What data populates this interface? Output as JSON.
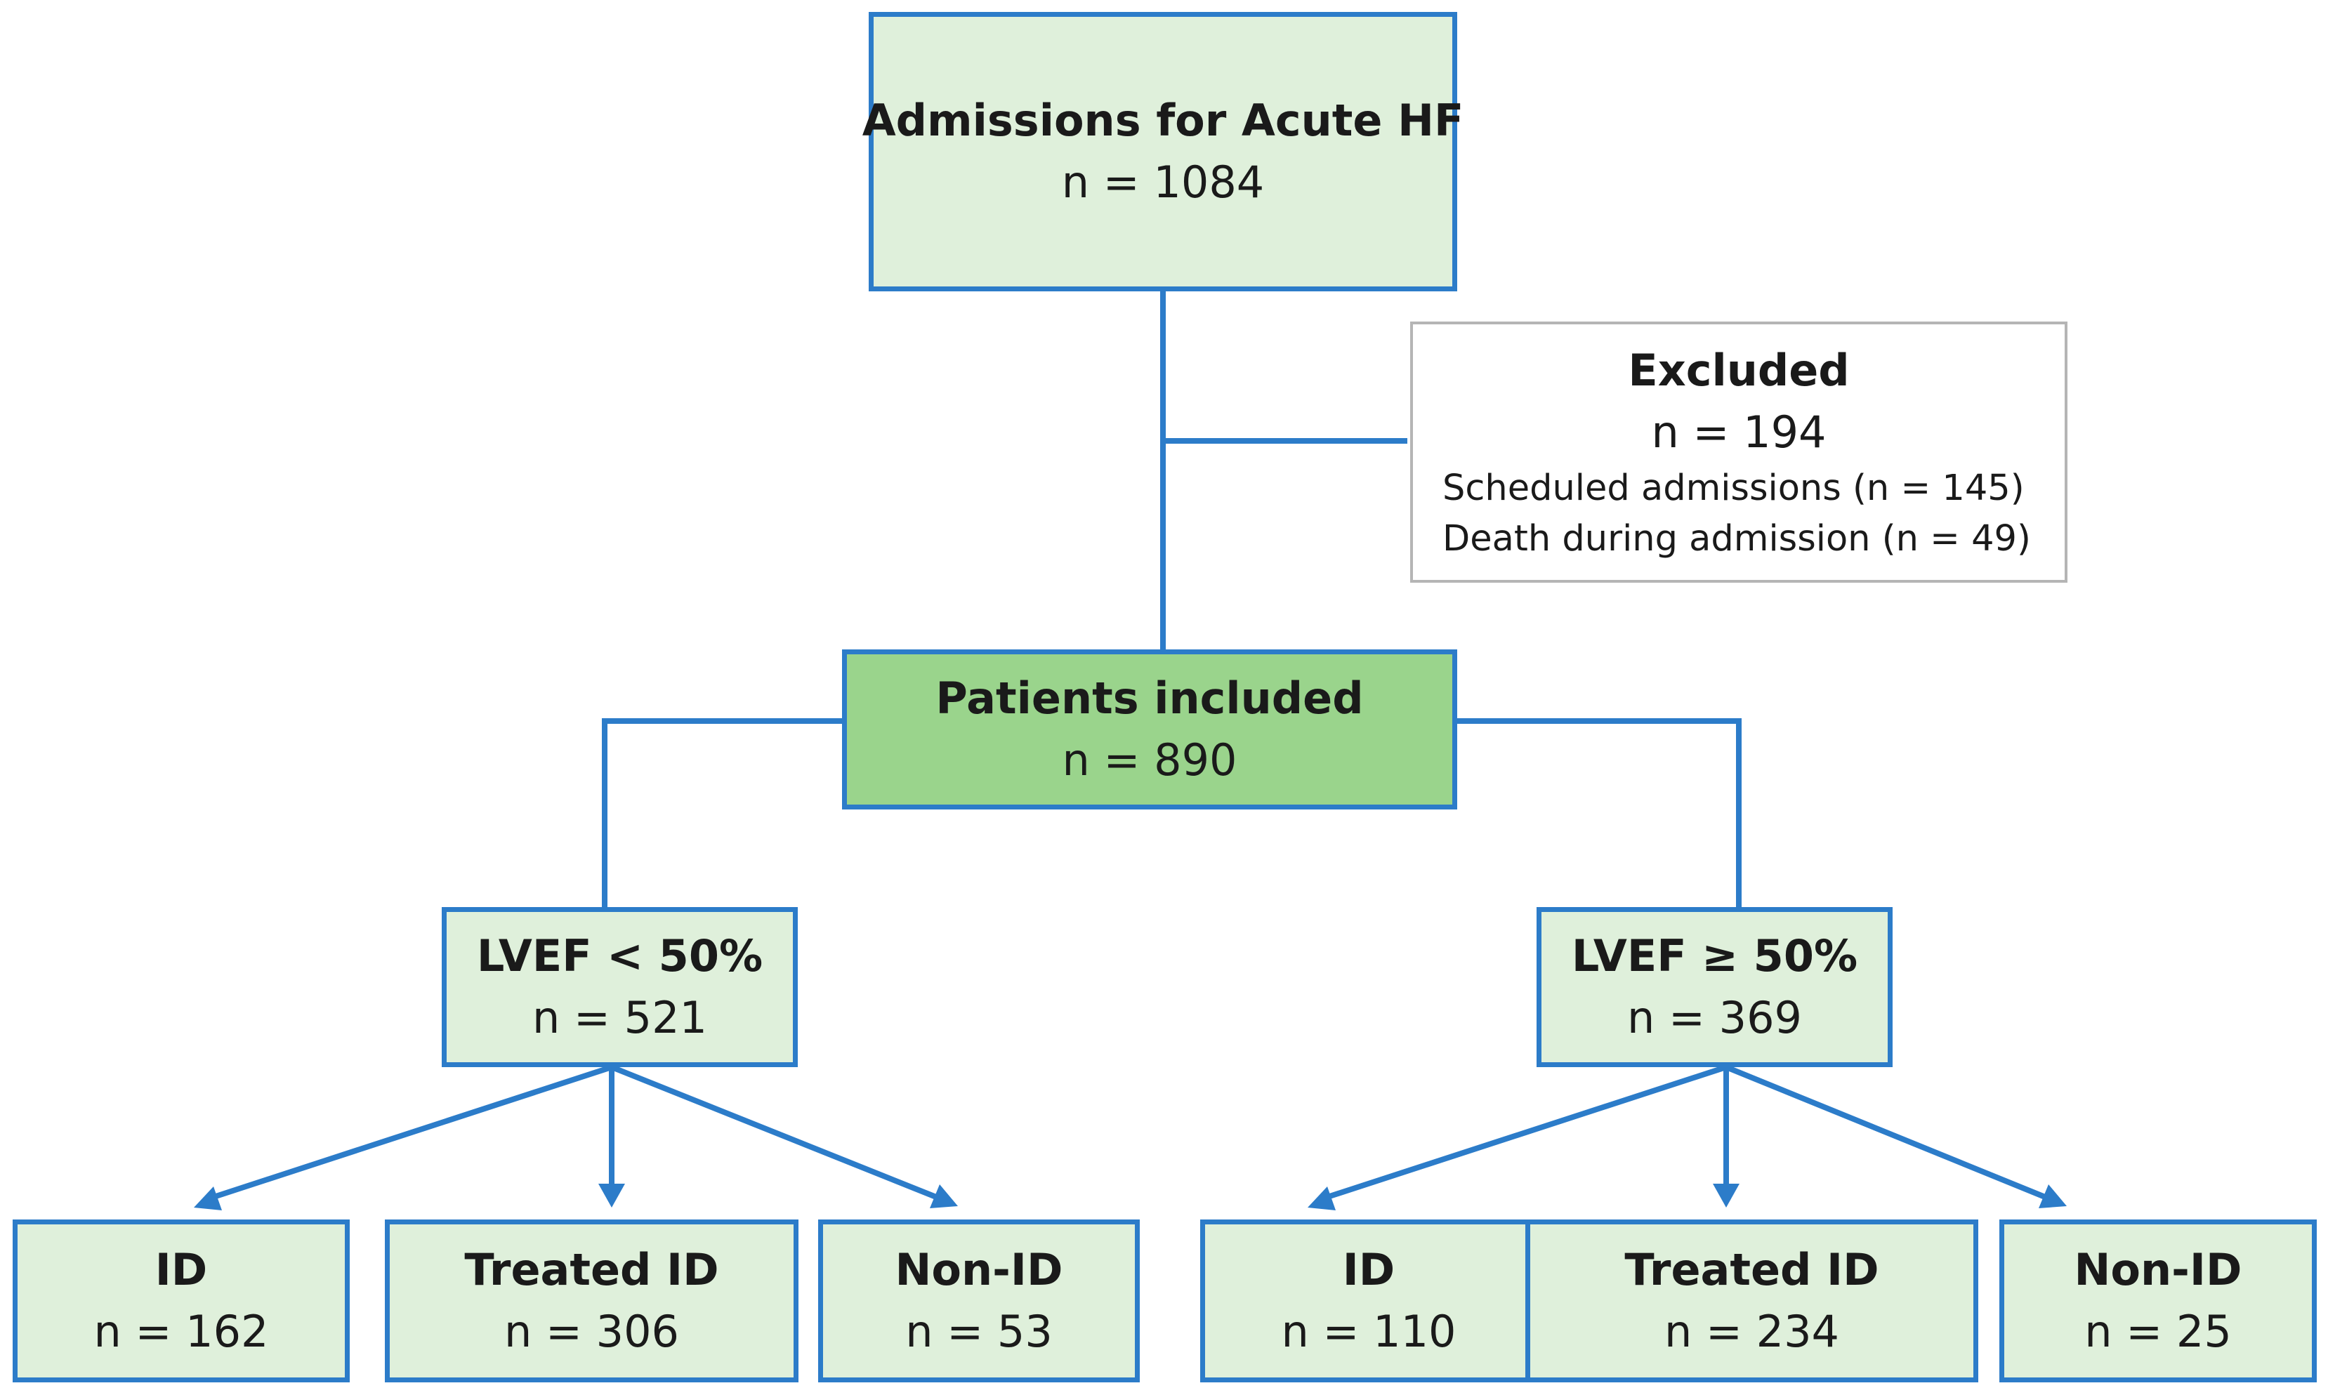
{
  "admissions": {
    "title": "Admissions for Acute HF",
    "count": "n = 1084"
  },
  "excluded": {
    "title": "Excluded",
    "count": "n = 194",
    "reasons": [
      "Scheduled admissions (n = 145)",
      "Death during admission (n = 49)"
    ]
  },
  "included": {
    "title": "Patients included",
    "count": "n = 890"
  },
  "lvef_low": {
    "title": "LVEF < 50%",
    "count": "n = 521",
    "groups": [
      {
        "title": "ID",
        "count": "n = 162"
      },
      {
        "title": "Treated ID",
        "count": "n = 306"
      },
      {
        "title": "Non-ID",
        "count": "n = 53"
      }
    ]
  },
  "lvef_high": {
    "title": "LVEF ≥ 50%",
    "count": "n = 369",
    "groups": [
      {
        "title": "ID",
        "count": "n = 110"
      },
      {
        "title": "Treated ID",
        "count": "n = 234"
      },
      {
        "title": "Non-ID",
        "count": "n = 25"
      }
    ]
  },
  "colors": {
    "box_fill": "#dff0db",
    "box_fill_dark": "#9ad48c",
    "box_border": "#2c7cc9",
    "connector": "#2c7cc9",
    "excluded_border": "#b5b5b5"
  }
}
